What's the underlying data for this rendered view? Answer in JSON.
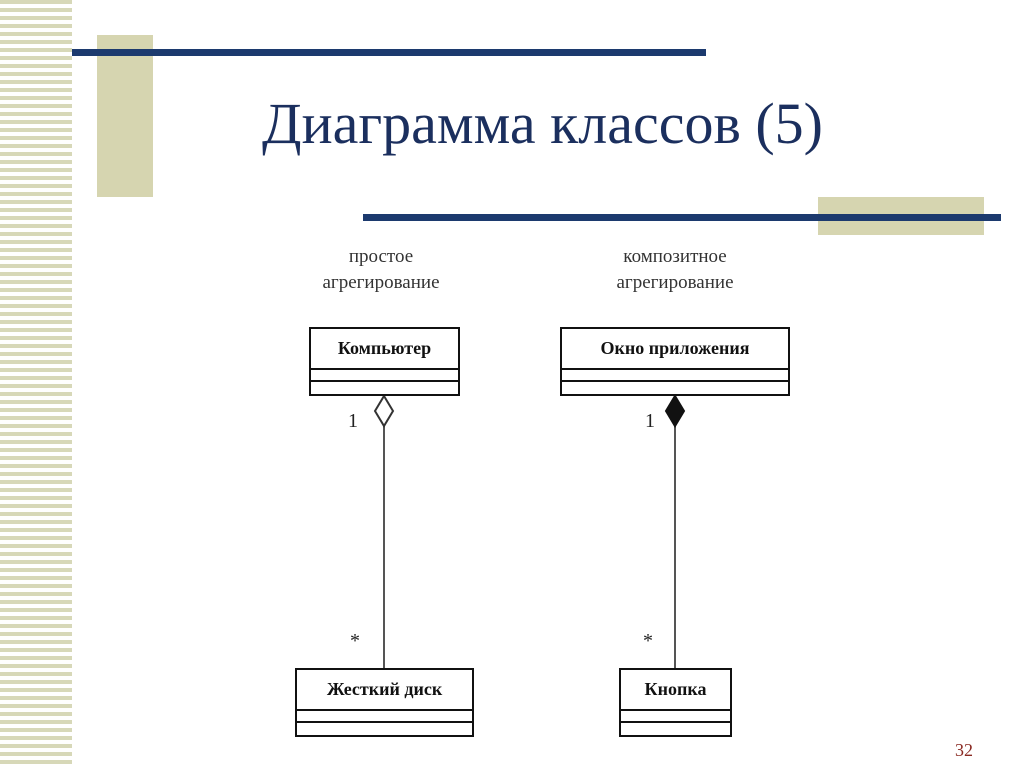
{
  "slide": {
    "title": "Диаграмма классов (5)",
    "page_number": "32"
  },
  "colors": {
    "accent_navy": "#1c3a6e",
    "accent_khaki": "#d6d5b0",
    "title_text": "#1b2f5e",
    "page_number": "#8a2a22"
  },
  "diagram": {
    "simple": {
      "caption": "простое\nагрегирование",
      "whole_class": "Компьютер",
      "part_class": "Жесткий диск",
      "whole_multiplicity": "1",
      "part_multiplicity": "*",
      "relation": "aggregation (hollow diamond)"
    },
    "composite": {
      "caption": "композитное\nагрегирование",
      "whole_class": "Окно приложения",
      "part_class": "Кнопка",
      "whole_multiplicity": "1",
      "part_multiplicity": "*",
      "relation": "composition (filled diamond)"
    }
  }
}
